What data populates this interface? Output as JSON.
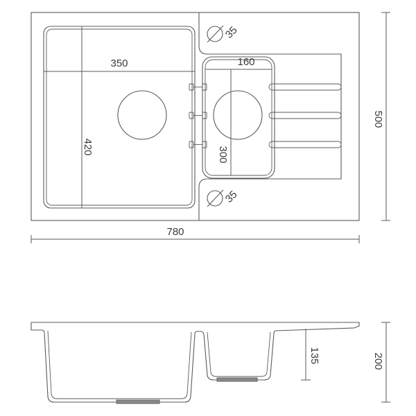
{
  "top_view": {
    "main_bowl": {
      "width_label": "350",
      "length_label": "420"
    },
    "small_bowl": {
      "width_label": "160",
      "length_label": "300"
    },
    "tap_holes": [
      {
        "diameter_label": "35"
      },
      {
        "diameter_label": "35"
      }
    ],
    "overall_depth_label": "500",
    "overall_width_label": "780"
  },
  "side_view": {
    "small_bowl_height_label": "135",
    "overall_height_label": "200"
  },
  "colors": {
    "line": "#5a5a5a",
    "text": "#3a3a3a",
    "background": "#ffffff",
    "drain": "#8a8a8a"
  }
}
